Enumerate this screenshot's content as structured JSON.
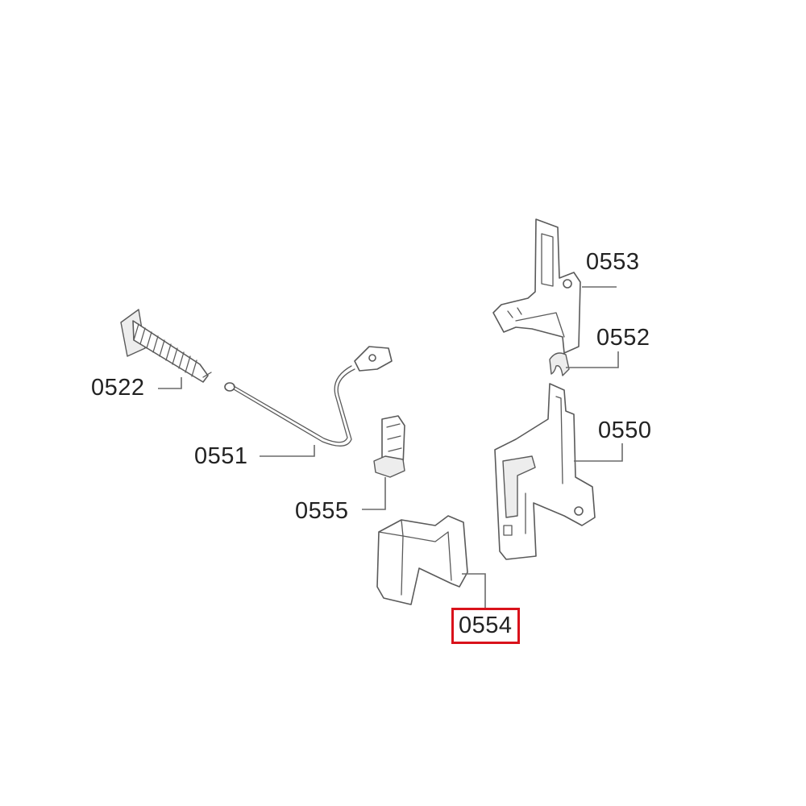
{
  "diagram": {
    "highlight_color": "#d9121b",
    "line_color": "#5a5a5a",
    "callouts": {
      "p0522": "0522",
      "p0551": "0551",
      "p0555": "0555",
      "p0553": "0553",
      "p0552": "0552",
      "p0550": "0550",
      "p0554": "0554"
    },
    "highlighted_part": "0554"
  }
}
